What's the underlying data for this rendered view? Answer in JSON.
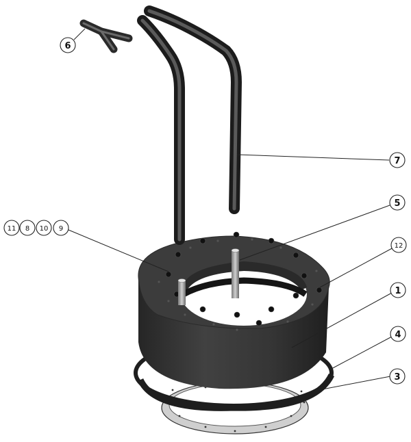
{
  "colors": {
    "part_dark": "#2d2d2d",
    "part_mid": "#3a3a3a",
    "part_light": "#4b4b4b",
    "gasket": "#c8c8c8",
    "line": "#222222"
  },
  "callouts": {
    "c1": "1",
    "c3": "3",
    "c4": "4",
    "c5": "5",
    "c6": "6",
    "c7": "7",
    "c8": "8",
    "c9": "9",
    "c10": "10",
    "c11": "11",
    "c12": "12"
  }
}
